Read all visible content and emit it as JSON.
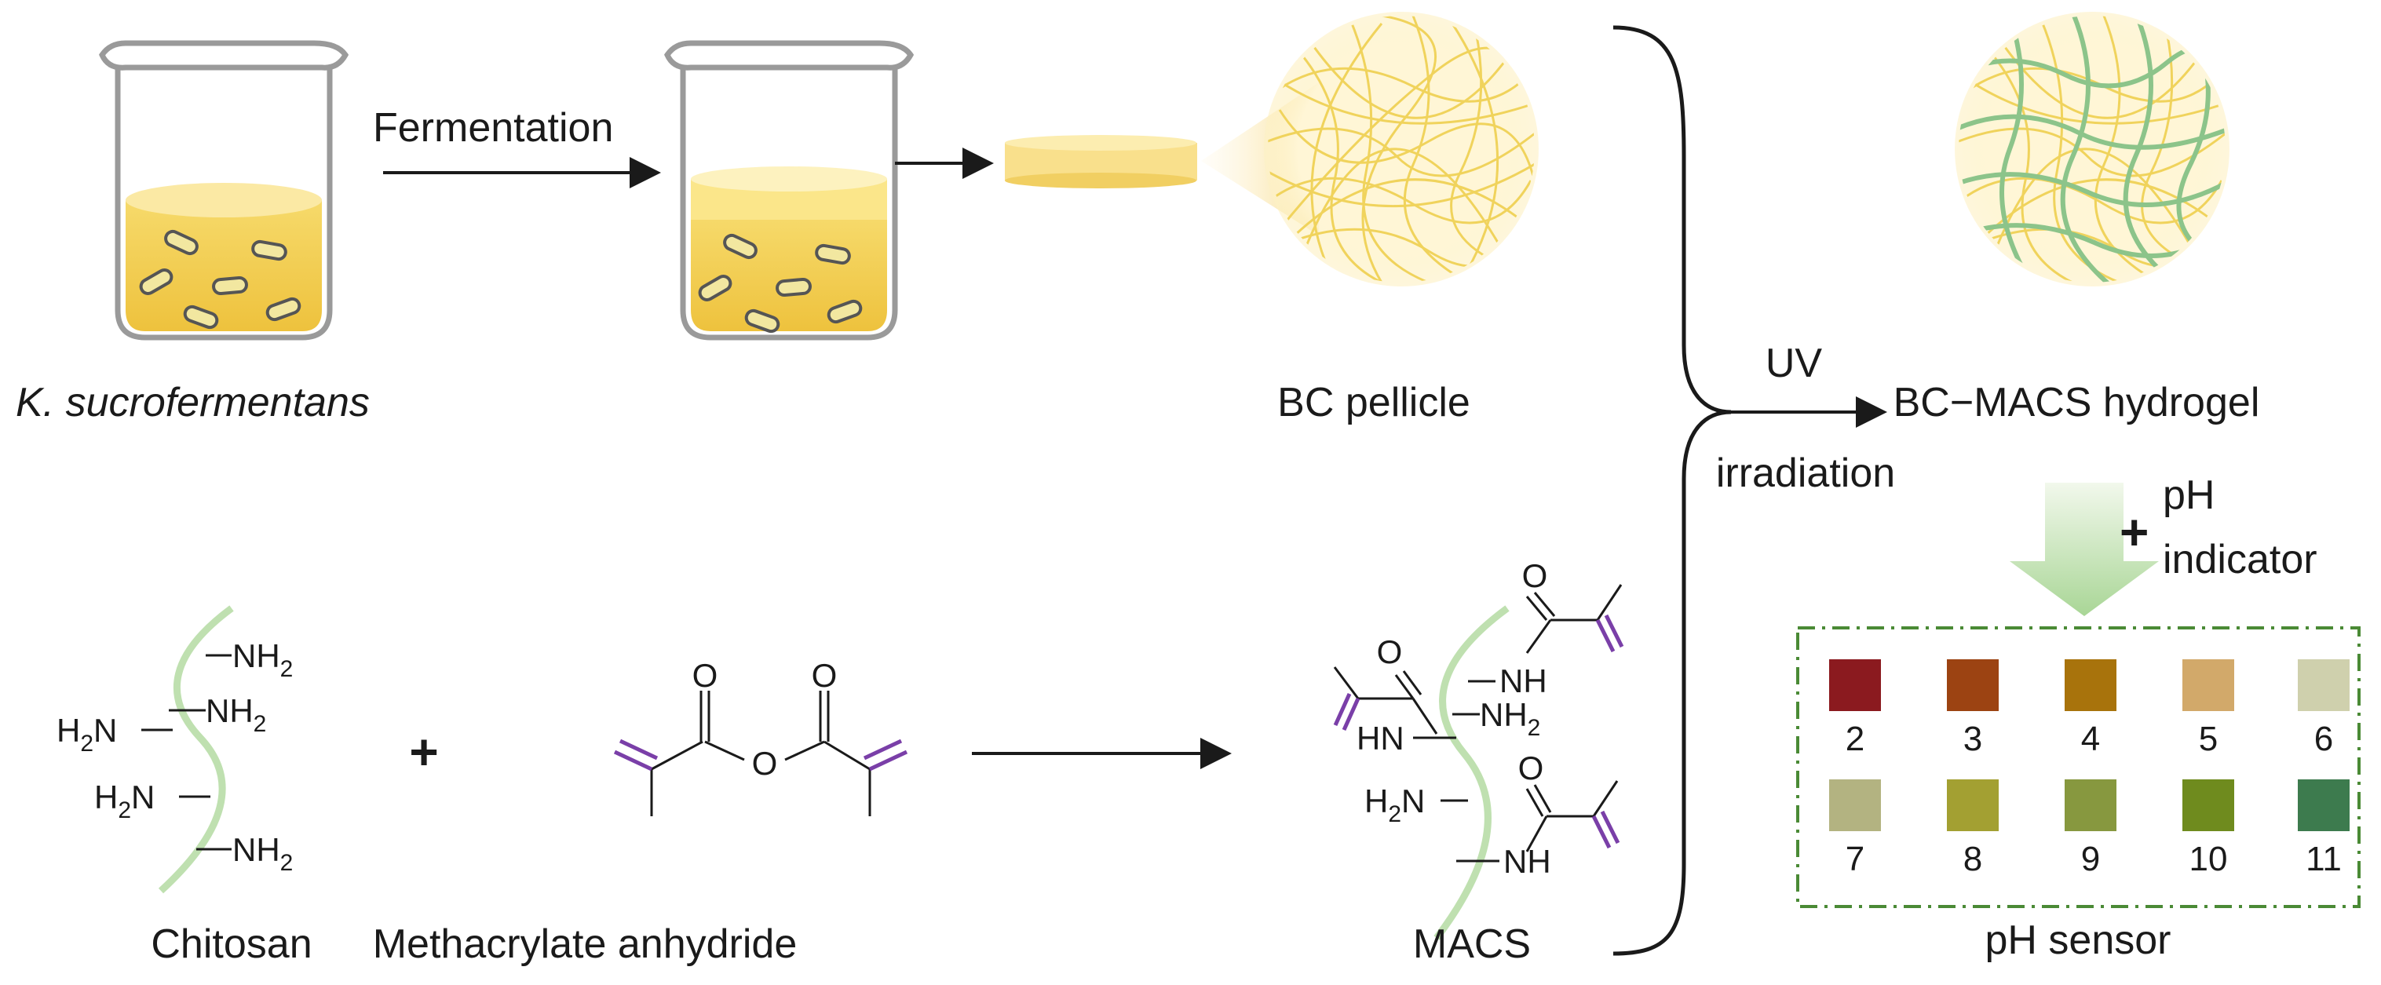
{
  "labels": {
    "organism": "K. sucrofermentans",
    "fermentation": "Fermentation",
    "bc_pellicle": "BC pellicle",
    "uv": "UV",
    "irradiation": "irradiation",
    "hydrogel": "BC−MACS hydrogel",
    "ph_indicator_line1": "pH",
    "ph_indicator_line2": "indicator",
    "plus_sign": "+",
    "chitosan": "Chitosan",
    "anhydride": "Methacrylate anhydride",
    "macs": "MACS",
    "ph_sensor": "pH sensor"
  },
  "chem": {
    "nh2": "NH",
    "h2n": "H",
    "n": "N",
    "nh": "NH",
    "hn": "HN",
    "o": "O",
    "sub2": "2"
  },
  "ph_swatches": [
    {
      "ph": "2",
      "color": "#8b1a1f"
    },
    {
      "ph": "3",
      "color": "#9c4312"
    },
    {
      "ph": "4",
      "color": "#a8730c"
    },
    {
      "ph": "5",
      "color": "#d2a96a"
    },
    {
      "ph": "6",
      "color": "#cfd0ad"
    },
    {
      "ph": "7",
      "color": "#b3b381"
    },
    {
      "ph": "8",
      "color": "#a3a032"
    },
    {
      "ph": "9",
      "color": "#87983f"
    },
    {
      "ph": "10",
      "color": "#6f8b1e"
    },
    {
      "ph": "11",
      "color": "#3d7b4e"
    }
  ],
  "colors": {
    "liquid": "#f5d461",
    "fiber": "#f2d868",
    "crosslink": "#8cc48a",
    "purple": "#7a3fa8",
    "chain_green": "#bfe0b0",
    "sensor_border": "#4a8a35"
  }
}
